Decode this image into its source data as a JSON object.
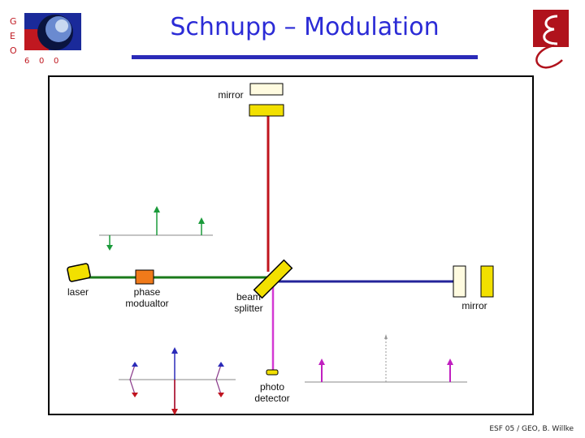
{
  "title": "Schnupp – Modulation",
  "logo_left": {
    "letters": [
      "G",
      "E",
      "O",
      "6",
      "0",
      "0"
    ]
  },
  "labels": {
    "mirror_top": "mirror",
    "laser": "laser",
    "phase_modulator": "phase\nmodualtor",
    "beam_splitter": "beam\nsplitter",
    "mirror_right": "mirror",
    "photo_detector": "photo\ndetector"
  },
  "footer": "ESF 05 / GEO, B. Willke",
  "colors": {
    "title": "#2b2bd6",
    "beam_red": "#c0141e",
    "beam_green": "#1a7a1a",
    "beam_blue": "#24249a",
    "beam_magenta": "#d43ad4",
    "mirror_yellow": "#f2e000",
    "modulator_orange": "#f07a1a"
  },
  "icons": [
    "geo600-logo",
    "esf-logo",
    "laser-icon",
    "phase-modulator-icon",
    "beam-splitter-icon",
    "mirror-icon",
    "photo-detector-icon"
  ]
}
